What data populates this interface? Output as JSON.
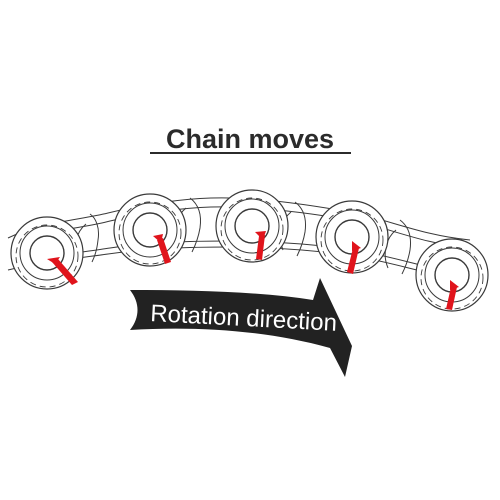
{
  "title": "Chain moves",
  "arrow_label": "Rotation direction",
  "colors": {
    "line": "#3a3a3a",
    "arrow_fill": "#222222",
    "arrow_text": "#ffffff",
    "rotation_marker": "#e0141c"
  },
  "chain": {
    "roller_count": 5
  },
  "icons": {
    "rotation_marker": "red-arrow-icon"
  }
}
